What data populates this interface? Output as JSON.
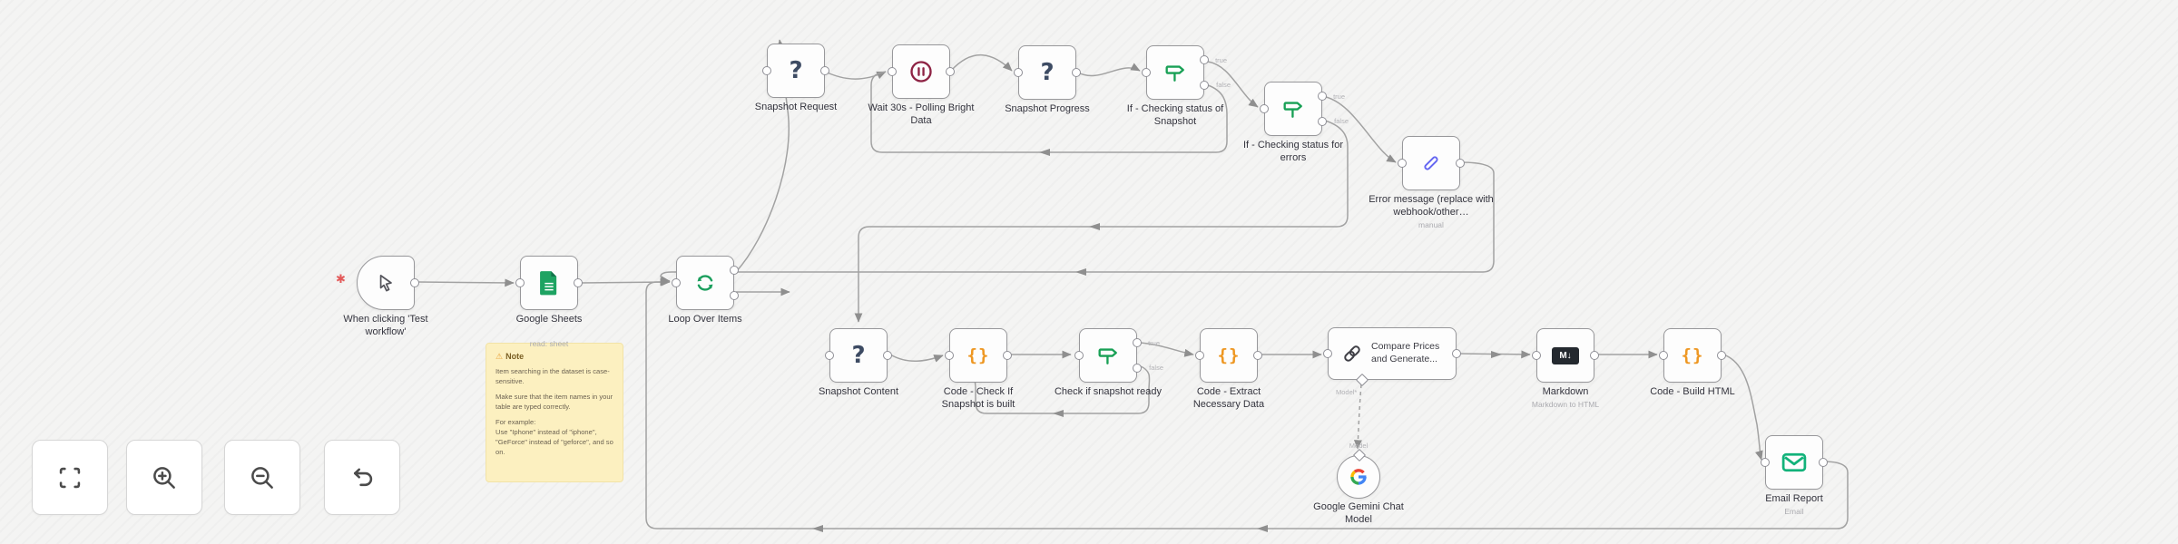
{
  "workflow": {
    "nodes": {
      "trigger": {
        "label": "When clicking 'Test workflow'"
      },
      "google_sheets": {
        "label": "Google Sheets",
        "sublabel": "read: sheet"
      },
      "loop": {
        "label": "Loop Over Items"
      },
      "snapshot_request": {
        "label": "Snapshot Request"
      },
      "wait": {
        "label": "Wait 30s - Polling Bright Data"
      },
      "snapshot_progress": {
        "label": "Snapshot Progress"
      },
      "if_status": {
        "label": "If - Checking status of Snapshot"
      },
      "if_errors": {
        "label": "If - Checking status for errors"
      },
      "error_message": {
        "label": "Error message (replace with webhook/other…",
        "sublabel": "manual"
      },
      "snapshot_content": {
        "label": "Snapshot Content"
      },
      "code_check": {
        "label": "Code - Check If Snapshot is built"
      },
      "if_ready": {
        "label": "Check if snapshot ready"
      },
      "code_extract": {
        "label": "Code - Extract Necessary Data"
      },
      "llm_chain": {
        "label": "Compare Prices and Generate...",
        "model_port_label": "Model*",
        "model_label": "Model"
      },
      "markdown": {
        "label": "Markdown",
        "sublabel": "Markdown to HTML"
      },
      "code_build": {
        "label": "Code - Build HTML"
      },
      "gemini": {
        "label": "Google Gemini Chat Model"
      },
      "email": {
        "label": "Email Report",
        "sublabel": "Email"
      }
    },
    "port_labels": {
      "true": "true",
      "false": "false"
    }
  },
  "sticky_note": {
    "title": "Note",
    "line1": "Item searching in the dataset is case-sensitive.",
    "line2": "Make sure that the item names in your table are typed correctly.",
    "line3": "For example:",
    "line4": "Use \"Iphone\" instead of \"iphone\", \"GeForce\" instead of \"geforce\", and so on."
  },
  "controls": [
    "fit-view",
    "zoom-in",
    "zoom-out",
    "undo"
  ],
  "colors": {
    "canvas_bg": "#f4f4f3",
    "wire": "#a2a2a2",
    "node_border": "#98989b",
    "sheets_green": "#1ea362",
    "loop_green": "#1a9e5c",
    "if_green": "#18a055",
    "wait_maroon": "#8e2344",
    "pencil_indigo": "#6466f1",
    "code_orange": "#ee9722",
    "email_green": "#12b27a",
    "markdown_black": "#24292f",
    "sticky_yellow": "#fcf0c0",
    "question_navy": "#3d4b63"
  }
}
